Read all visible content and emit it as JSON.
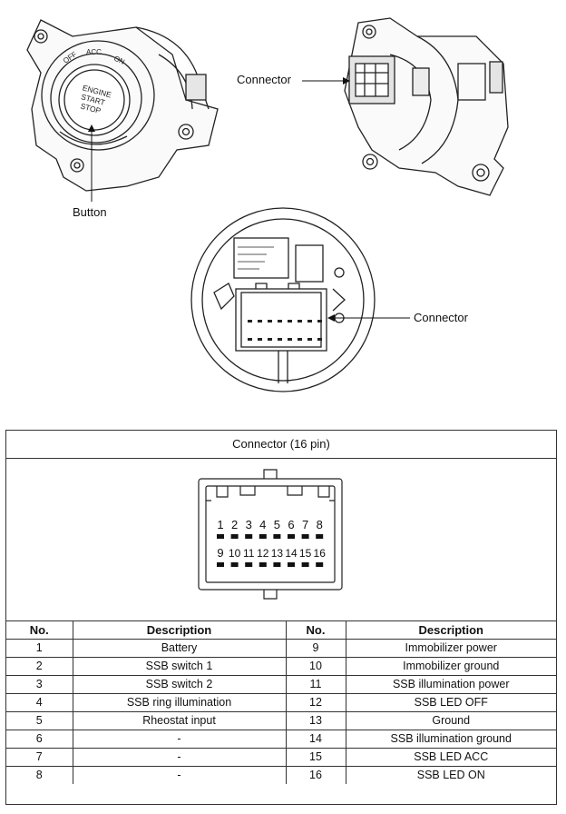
{
  "callouts": {
    "button": "Button",
    "connector_top": "Connector",
    "connector_middle": "Connector"
  },
  "switch_face": {
    "off": "OFF",
    "acc": "ACC",
    "on": "ON",
    "engine": "ENGINE",
    "start": "START",
    "stop": "STOP"
  },
  "table": {
    "title": "Connector (16 pin)",
    "pin_numbers_top": [
      "1",
      "2",
      "3",
      "4",
      "5",
      "6",
      "7",
      "8"
    ],
    "pin_numbers_bottom": [
      "9",
      "10",
      "11",
      "12",
      "13",
      "14",
      "15",
      "16"
    ],
    "headers": {
      "no_left": "No.",
      "desc_left": "Description",
      "no_right": "No.",
      "desc_right": "Description"
    },
    "rows": [
      {
        "no_left": "1",
        "desc_left": "Battery",
        "no_right": "9",
        "desc_right": "Immobilizer power"
      },
      {
        "no_left": "2",
        "desc_left": "SSB switch 1",
        "no_right": "10",
        "desc_right": "Immobilizer ground"
      },
      {
        "no_left": "3",
        "desc_left": "SSB switch 2",
        "no_right": "11",
        "desc_right": "SSB illumination power"
      },
      {
        "no_left": "4",
        "desc_left": "SSB ring illumination",
        "no_right": "12",
        "desc_right": "SSB LED OFF"
      },
      {
        "no_left": "5",
        "desc_left": "Rheostat input",
        "no_right": "13",
        "desc_right": "Ground"
      },
      {
        "no_left": "6",
        "desc_left": "-",
        "no_right": "14",
        "desc_right": "SSB illumination ground"
      },
      {
        "no_left": "7",
        "desc_left": "-",
        "no_right": "15",
        "desc_right": "SSB LED ACC"
      },
      {
        "no_left": "8",
        "desc_left": "-",
        "no_right": "16",
        "desc_right": "SSB LED ON"
      }
    ]
  }
}
